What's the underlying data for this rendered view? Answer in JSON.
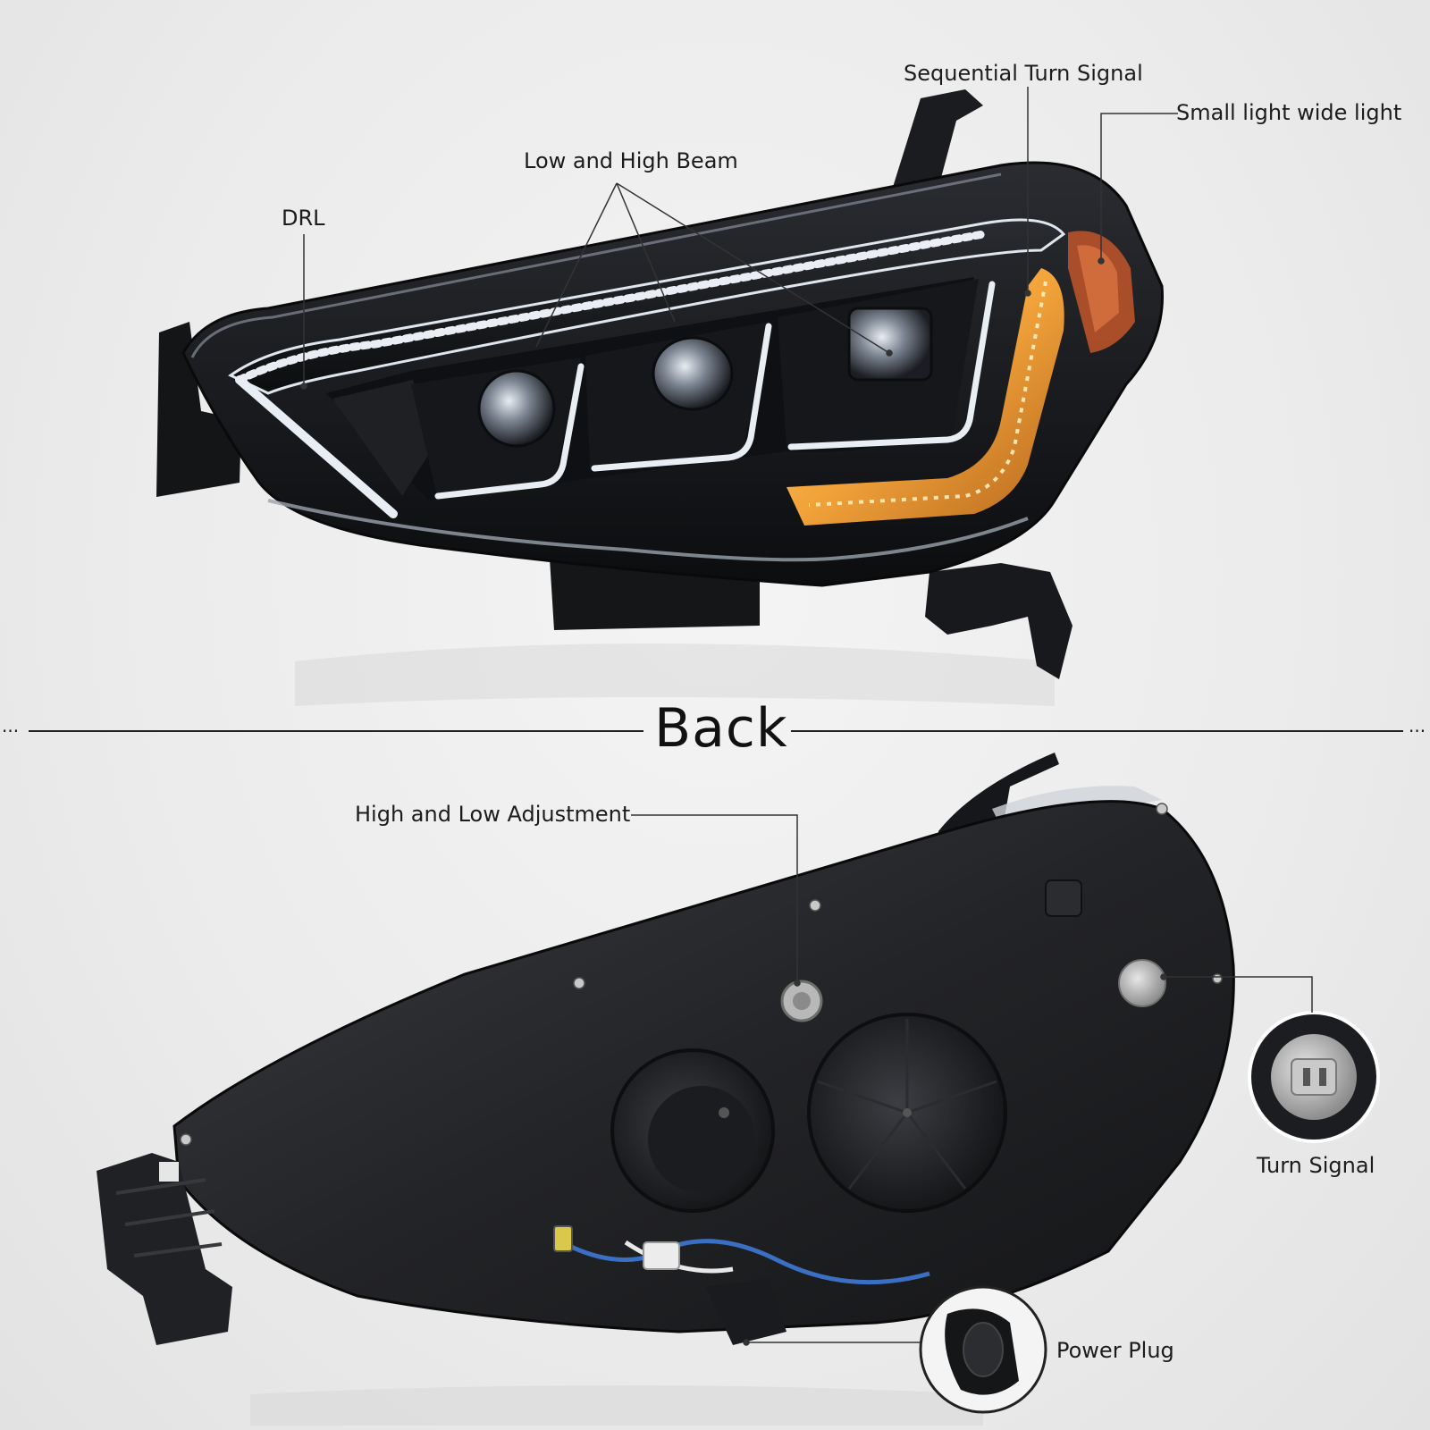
{
  "callouts": {
    "sequential_turn_signal": "Sequential Turn Signal",
    "small_light_wide_light": "Small light wide light",
    "low_high_beam": "Low and High Beam",
    "drl": "DRL",
    "high_low_adjustment": "High and Low Adjustment",
    "turn_signal": "Turn Signal",
    "power_plug": "Power Plug"
  },
  "divider": {
    "title": "Back",
    "left_dots": "...",
    "right_dots": "..."
  },
  "colors": {
    "housing": "#1a1b1e",
    "amber": "#f2a33a",
    "drl_white": "#e9eef4",
    "leader_line": "#333333"
  }
}
